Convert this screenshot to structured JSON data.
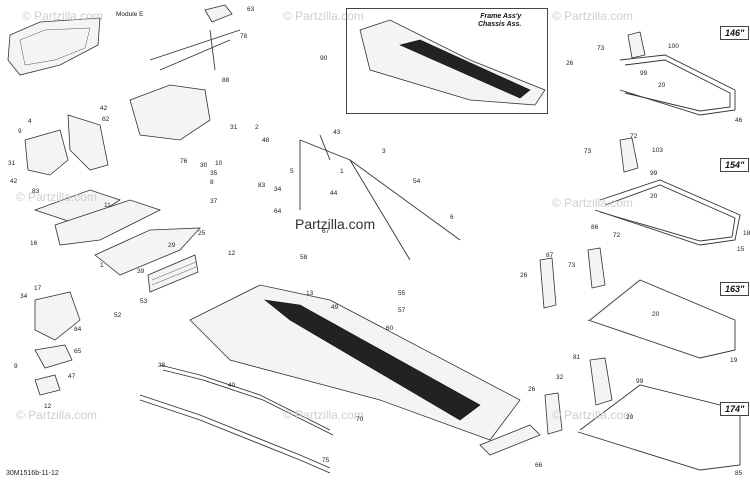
{
  "labels": {
    "module": "Module E",
    "frame_title_1": "Frame Ass'y",
    "frame_title_2": "Chassis Ass.",
    "code": "30M1516b-11-12",
    "watermark": "© Partzilla.com",
    "main_watermark": "Partzilla.com"
  },
  "sizes": [
    "146\"",
    "154\"",
    "163\"",
    "174\""
  ],
  "callouts": [
    "63",
    "78",
    "88",
    "31",
    "2",
    "48",
    "10",
    "35",
    "8",
    "83",
    "37",
    "34",
    "64",
    "30",
    "76",
    "43",
    "3",
    "44",
    "1",
    "54",
    "67",
    "5",
    "6",
    "4",
    "42",
    "62",
    "9",
    "31",
    "42",
    "83",
    "11",
    "16",
    "29",
    "1",
    "25",
    "12",
    "39",
    "53",
    "52",
    "58",
    "13",
    "49",
    "55",
    "57",
    "60",
    "34",
    "17",
    "84",
    "65",
    "9",
    "47",
    "12",
    "38",
    "40",
    "70",
    "75",
    "66",
    "90",
    "73",
    "26",
    "100",
    "99",
    "20",
    "46",
    "72",
    "103",
    "99",
    "73",
    "20",
    "18",
    "15",
    "86",
    "72",
    "87",
    "26",
    "73",
    "20",
    "19",
    "81",
    "32",
    "26",
    "99",
    "20",
    "85"
  ],
  "colors": {
    "ink": "#222222",
    "line": "#333333",
    "watermark": "#cfcfcf",
    "background": "#ffffff"
  }
}
